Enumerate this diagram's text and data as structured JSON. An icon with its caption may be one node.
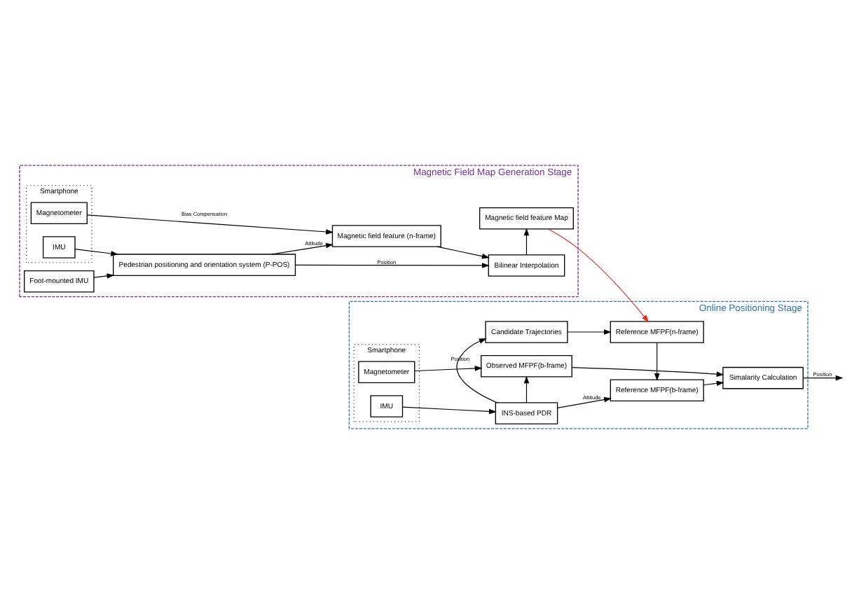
{
  "diagram": {
    "nodes": [
      {
        "text": [
          "Magnetic Field Map Generation Stage"
        ]
      },
      {
        "text": [
          "Foot-mounted IMU"
        ],
        "in": 0
      },
      {
        "text": [
          "Smartphone"
        ],
        "in": 0
      },
      {
        "text": [
          "IMU"
        ],
        "in": 2
      },
      {
        "text": [
          "Magnetometer"
        ],
        "in": 2
      },
      {
        "text": [
          "Pedestrian positioning and orientation system (P-POS)"
        ],
        "in": 0
      },
      {
        "text": [
          "Magnetic field feature (n-frame)"
        ],
        "in": 0
      },
      {
        "text": [
          "Bilinear Interpolation"
        ],
        "in": 0
      },
      {
        "text": [
          "Magnetic field feature Map"
        ],
        "in": 0
      },
      {
        "text": [
          "Online Positioning Stage"
        ]
      },
      {
        "text": [
          "Smartphone"
        ],
        "in": 9
      },
      {
        "text": [
          "IMU"
        ],
        "in": 10
      },
      {
        "text": [
          "Magnetometer"
        ],
        "in": 10
      },
      {
        "text": [
          "Candidate Trajectories"
        ],
        "in": 9
      },
      {
        "text": [
          "INS-based PDR"
        ],
        "in": 9
      },
      {
        "text": [
          "Reference MFPF(n-frame)"
        ],
        "in": 9
      },
      {
        "text": [
          "Reference MFPF(b-frame)"
        ],
        "in": 9
      },
      {
        "text": [
          "Observed MFPF(b-frame)"
        ],
        "in": 9
      },
      {
        "text": [
          "Simalarity Calculation"
        ],
        "in": 9
      }
    ],
    "edges": [
      {
        "from": 1,
        "to": 5,
        "arrow": "to"
      },
      {
        "from": 3,
        "to": 5,
        "arrow": "to"
      },
      {
        "from": 5,
        "to": 6,
        "arrow": "to",
        "label": "Attitude"
      },
      {
        "from": 4,
        "to": 6,
        "arrow": "to",
        "label": "Bias Compensation"
      },
      {
        "from": 5,
        "to": 7,
        "arrow": "to",
        "label": "Position"
      },
      {
        "from": 6,
        "to": 7,
        "arrow": "to"
      },
      {
        "from": 7,
        "to": 8,
        "arrow": "to"
      },
      {
        "from": 8,
        "to": 15,
        "arrow": "to",
        "color": "#e8281e"
      },
      {
        "from": 11,
        "to": 14,
        "arrow": "to"
      },
      {
        "from": 12,
        "to": 17,
        "arrow": "to"
      },
      {
        "from": 14,
        "to": 13,
        "arrow": "to",
        "label": "Position"
      },
      {
        "from": 14,
        "to": 16,
        "arrow": "to",
        "label": "Attitude"
      },
      {
        "from": 14,
        "to": 17,
        "arrow": "to"
      },
      {
        "from": 13,
        "to": 15,
        "arrow": "to"
      },
      {
        "from": 15,
        "to": 16,
        "arrow": "to"
      },
      {
        "from": 16,
        "to": 18,
        "arrow": "to"
      },
      {
        "from": 17,
        "to": 18,
        "arrow": "to"
      },
      {
        "from": 18,
        "to": null,
        "arrow": "to",
        "label": "Position"
      }
    ]
  }
}
